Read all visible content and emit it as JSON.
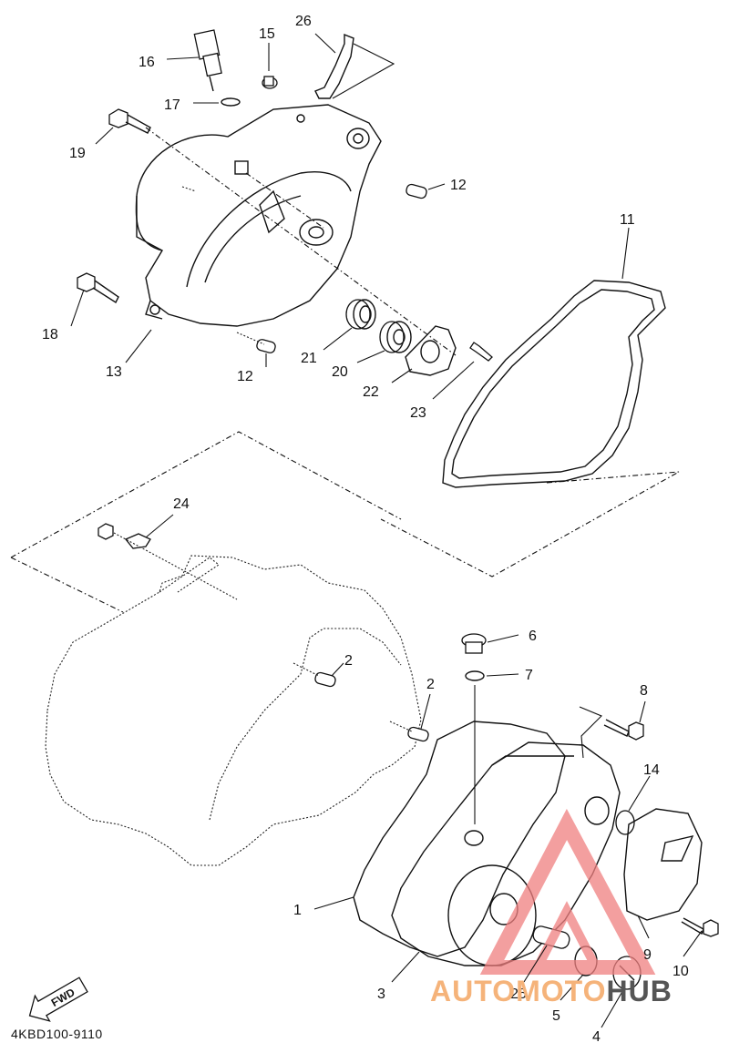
{
  "diagram_code": "4KBD100-9110",
  "fwd_label": "FWD",
  "watermark": {
    "part1": "AUTOMOTO",
    "part2": "HUB",
    "color_main": "#f5b37a",
    "color_dark": "#555555",
    "logo_color": "#f08080"
  },
  "callouts": [
    {
      "id": "c26",
      "label": "26"
    },
    {
      "id": "c15",
      "label": "15"
    },
    {
      "id": "c16",
      "label": "16"
    },
    {
      "id": "c17",
      "label": "17"
    },
    {
      "id": "c19",
      "label": "19"
    },
    {
      "id": "c12a",
      "label": "12"
    },
    {
      "id": "c11",
      "label": "11"
    },
    {
      "id": "c18",
      "label": "18"
    },
    {
      "id": "c13",
      "label": "13"
    },
    {
      "id": "c12b",
      "label": "12"
    },
    {
      "id": "c21",
      "label": "21"
    },
    {
      "id": "c20",
      "label": "20"
    },
    {
      "id": "c22",
      "label": "22"
    },
    {
      "id": "c23",
      "label": "23"
    },
    {
      "id": "c24",
      "label": "24"
    },
    {
      "id": "c6",
      "label": "6"
    },
    {
      "id": "c7",
      "label": "7"
    },
    {
      "id": "c2a",
      "label": "2"
    },
    {
      "id": "c2b",
      "label": "2"
    },
    {
      "id": "c8",
      "label": "8"
    },
    {
      "id": "c14",
      "label": "14"
    },
    {
      "id": "c1",
      "label": "1"
    },
    {
      "id": "c9",
      "label": "9"
    },
    {
      "id": "c10",
      "label": "10"
    },
    {
      "id": "c3",
      "label": "3"
    },
    {
      "id": "c25",
      "label": "25"
    },
    {
      "id": "c5",
      "label": "5"
    },
    {
      "id": "c4",
      "label": "4"
    }
  ]
}
